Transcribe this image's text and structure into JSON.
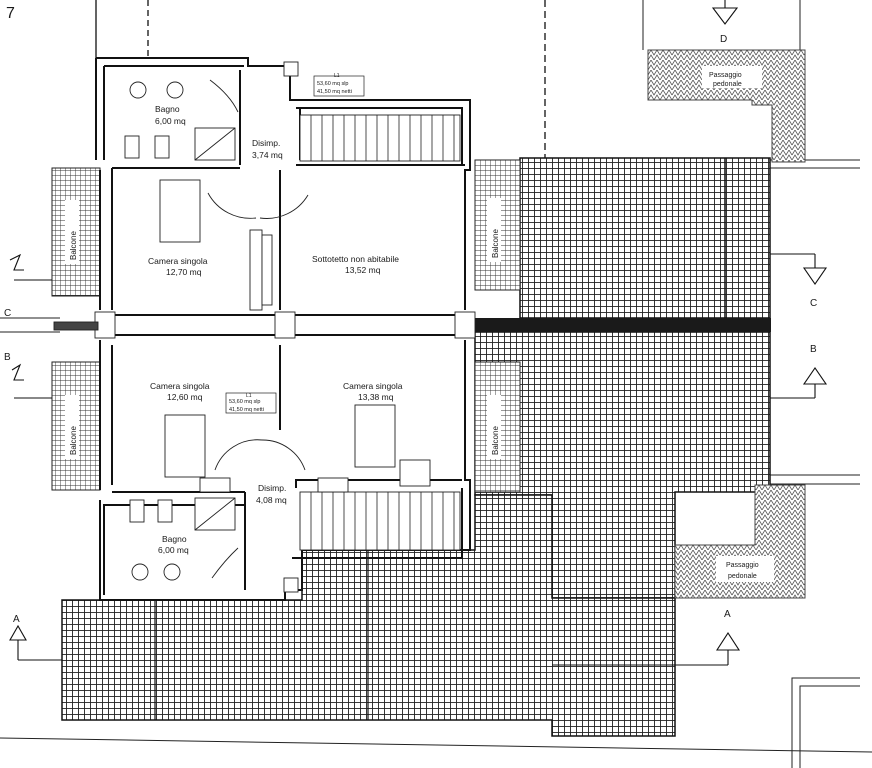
{
  "top_left_mark": "7",
  "left_marks": {
    "c": "C",
    "b": "B"
  },
  "rooms": {
    "bagno_top": {
      "name": "Bagno",
      "area": "6,00 mq"
    },
    "disimp_top": {
      "name": "Disimp.",
      "area": "3,74 mq"
    },
    "camera_top": {
      "name": "Camera singola",
      "area": "12,70 mq"
    },
    "sottotetto": {
      "name": "Sottotetto non abitabile",
      "area": "13,52 mq"
    },
    "camera_mid_left": {
      "name": "Camera singola",
      "area": "12,60 mq"
    },
    "camera_mid_right": {
      "name": "Camera singola",
      "area": "13,38 mq"
    },
    "disimp_bottom": {
      "name": "Disimp.",
      "area": "4,08 mq"
    },
    "bagno_bottom": {
      "name": "Bagno",
      "area": "6,00 mq"
    }
  },
  "info_boxes": {
    "top": {
      "code": "L1",
      "gross": "53,60 mq slp",
      "net": "41,50 mq netti"
    },
    "bottom": {
      "code": "L1",
      "gross": "53,60 mq slp",
      "net": "41,50 mq netti"
    }
  },
  "balconies": {
    "left_bottom": "Balcone",
    "right_top": "Balcone",
    "right_bottom": "Balcone",
    "left_top": "Balcone"
  },
  "passages": {
    "top": {
      "line1": "Passaggio",
      "line2": "pedonale"
    },
    "bottom": {
      "line1": "Passaggio",
      "line2": "pedonale"
    }
  },
  "sections": {
    "d": "D",
    "c": "C",
    "b": "B",
    "a_right": "A",
    "a_left": "A"
  },
  "colors": {
    "ink": "#1a1a1a",
    "roof": "#2b2b2b",
    "paving": "#555555"
  }
}
